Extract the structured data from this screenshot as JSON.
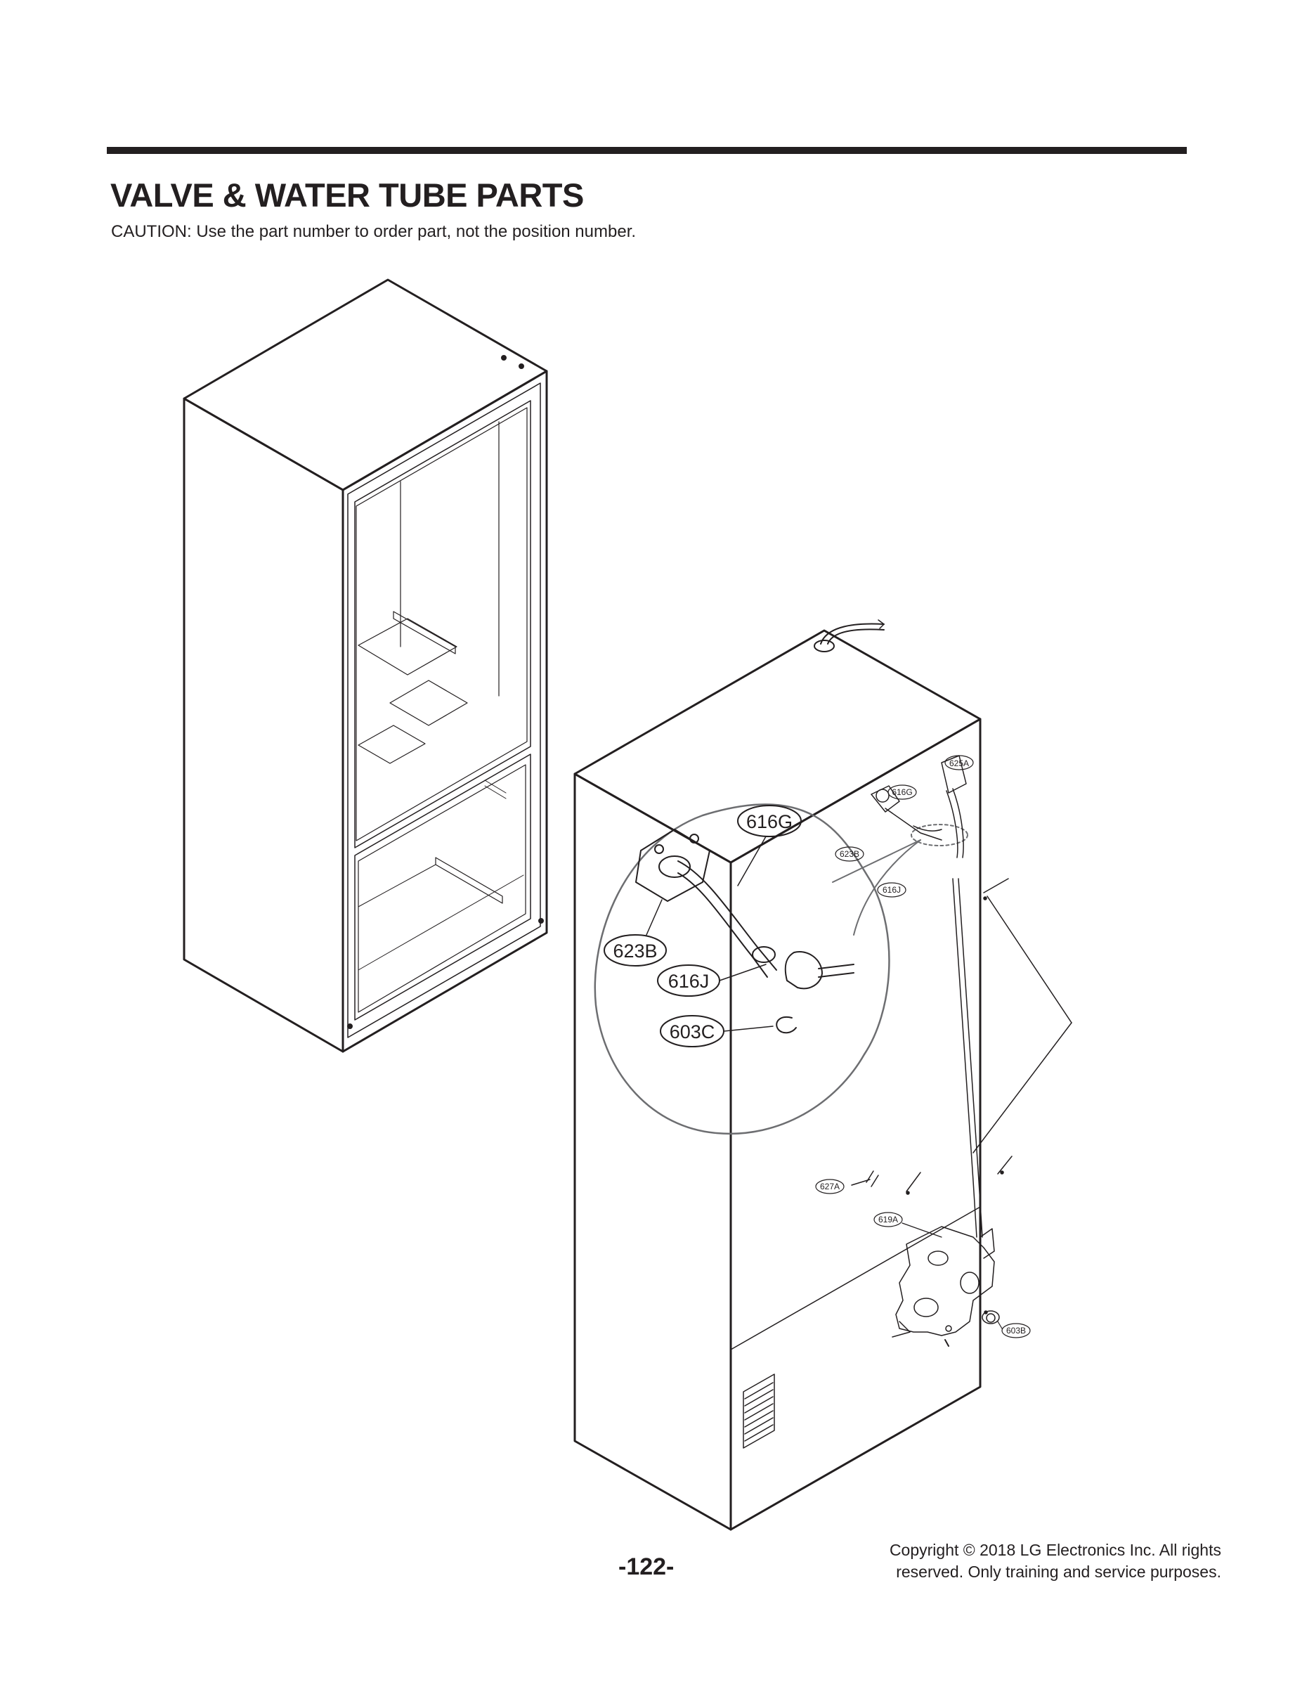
{
  "header": {
    "title": "VALVE & WATER TUBE PARTS",
    "caution": "CAUTION: Use the part number to order part, not the position number."
  },
  "callouts": {
    "detail": [
      "616G",
      "623B",
      "616J",
      "603C"
    ],
    "small": [
      "625A",
      "616G",
      "623B",
      "616J",
      "627A",
      "619A",
      "603B"
    ]
  },
  "footer": {
    "page_number": "-122-",
    "copyright_line1": "Copyright © 2018 LG Electronics Inc. All rights",
    "copyright_line2": "reserved. Only training and service purposes."
  }
}
